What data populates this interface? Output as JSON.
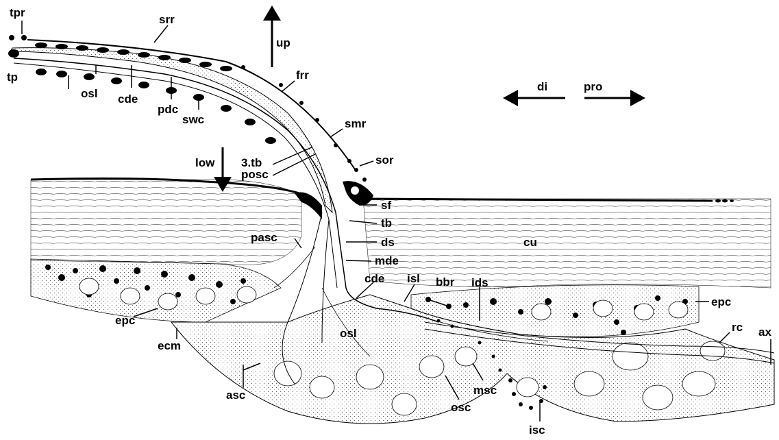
{
  "labels": {
    "tpr": "tpr",
    "tp": "tp",
    "srr": "srr",
    "up": "up",
    "osl_top": "osl",
    "cde_top": "cde",
    "pdc": "pdc",
    "swc": "swc",
    "frr": "frr",
    "smr": "smr",
    "sor": "sor",
    "low": "low",
    "tb3": "3.tb",
    "posc": "posc",
    "di": "di",
    "pro": "pro",
    "sf": "sf",
    "tb": "tb",
    "ds": "ds",
    "mde": "mde",
    "cu": "cu",
    "pasc": "pasc",
    "cde_mid": "cde",
    "isl": "isl",
    "bbr": "bbr",
    "ids": "ids",
    "epc_right": "epc",
    "epc_left": "epc",
    "ecm": "ecm",
    "osl_mid": "osl",
    "rc": "rc",
    "ax": "ax",
    "asc": "asc",
    "osc": "osc",
    "msc": "msc",
    "isc": "isc"
  },
  "colors": {
    "ink": "#000000",
    "paper": "#ffffff",
    "stipple": "#e6e6e6"
  }
}
